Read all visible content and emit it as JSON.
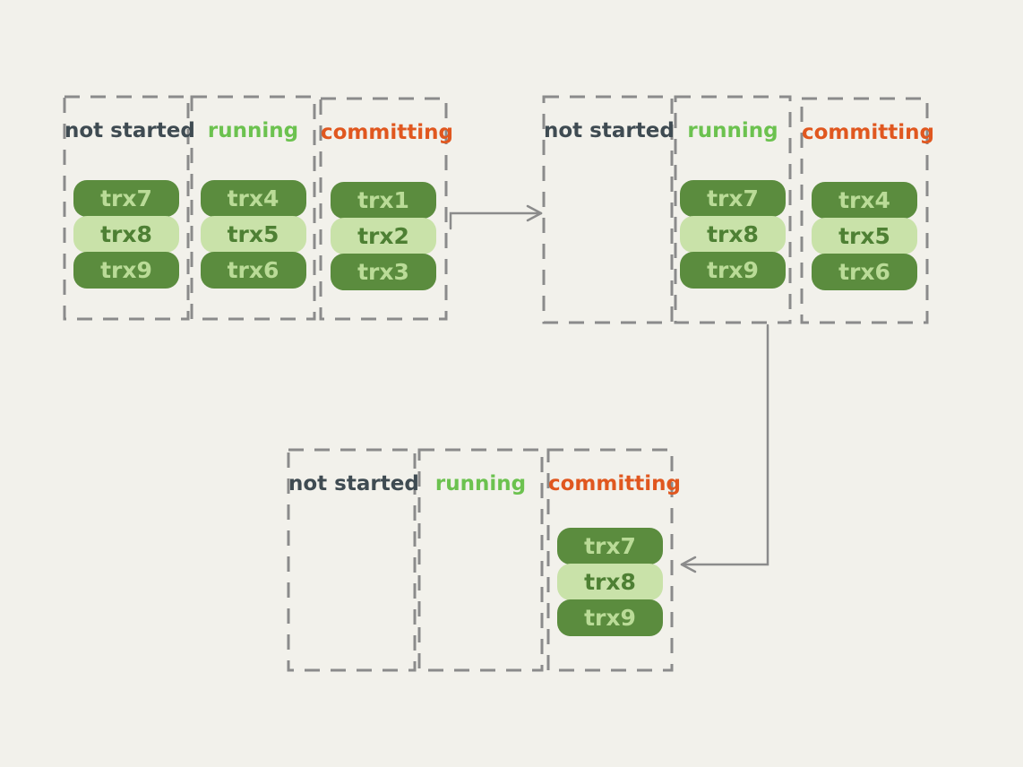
{
  "diagram": {
    "description": "transaction state transition diagram",
    "background": "#f2f1eb",
    "colors": {
      "dashed_border": "#8b8b8b",
      "arrow": "#8b8b8b",
      "label_not_started": "#3f4b52",
      "label_running": "#6cc24f",
      "label_committing": "#e0571f",
      "pill_dark_bg": "#5b8c3e",
      "pill_dark_text": "#badb97",
      "pill_light_bg": "#c9e2a9",
      "pill_light_text": "#4e8034"
    },
    "panels": [
      {
        "name": "state-1",
        "columns": [
          {
            "label": "not started",
            "pills": [
              "trx7",
              "trx8",
              "trx9"
            ]
          },
          {
            "label": "running",
            "pills": [
              "trx4",
              "trx5",
              "trx6"
            ]
          },
          {
            "label": "committing",
            "pills": [
              "trx1",
              "trx2",
              "trx3"
            ]
          }
        ]
      },
      {
        "name": "state-2",
        "columns": [
          {
            "label": "not started",
            "pills": []
          },
          {
            "label": "running",
            "pills": [
              "trx7",
              "trx8",
              "trx9"
            ]
          },
          {
            "label": "committing",
            "pills": [
              "trx4",
              "trx5",
              "trx6"
            ]
          }
        ]
      },
      {
        "name": "state-3",
        "columns": [
          {
            "label": "not started",
            "pills": []
          },
          {
            "label": "running",
            "pills": []
          },
          {
            "label": "committing",
            "pills": [
              "trx7",
              "trx8",
              "trx9"
            ]
          }
        ]
      }
    ],
    "arrows": [
      {
        "name": "state1-to-state2",
        "direction": "right"
      },
      {
        "name": "state2-to-state3",
        "direction": "down-then-left"
      }
    ]
  }
}
